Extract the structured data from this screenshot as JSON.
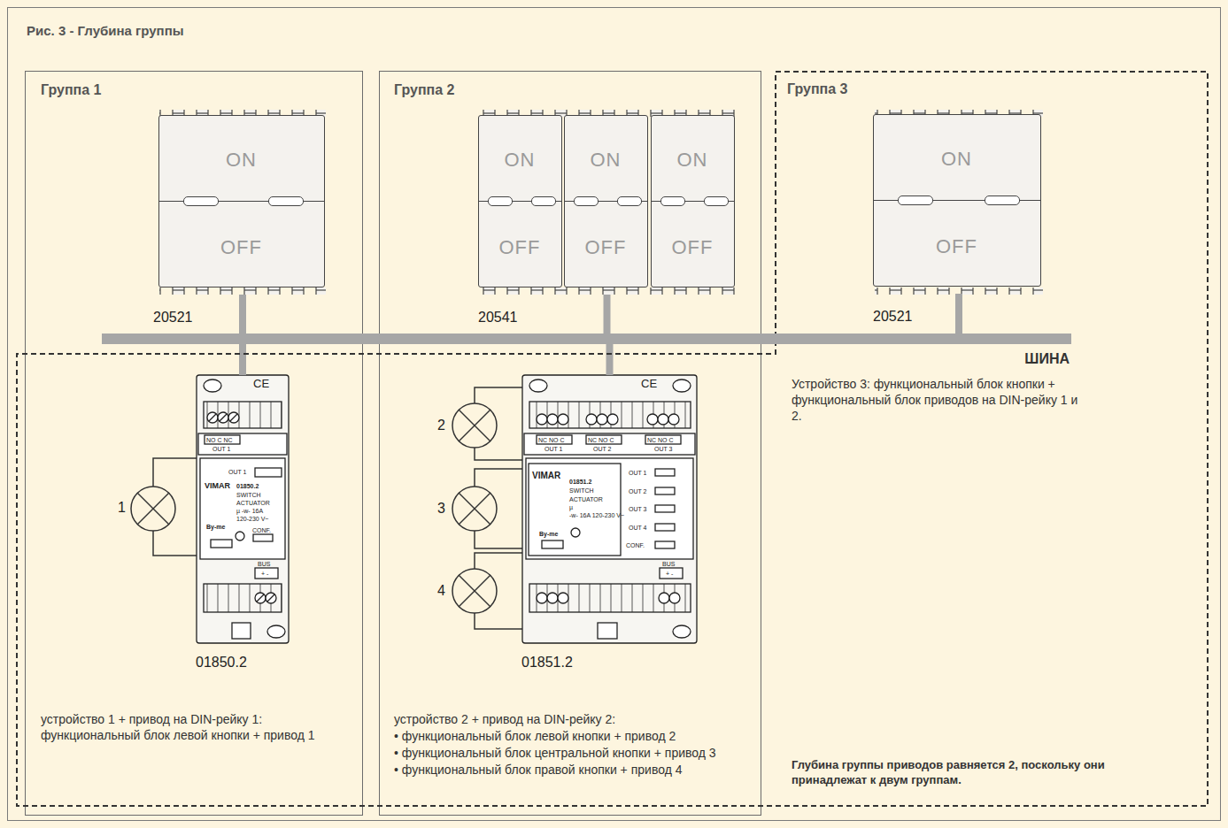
{
  "diagram": {
    "title": "Рис. 3 - Глубина группы",
    "nodes": [
      {
        "text": [
          "Группа 1",
          "устройство 1 + привод на DIN-рейку 1: функциональный блок левой кнопки + привод 1"
        ]
      },
      {
        "text": [
          "20521"
        ],
        "in": 0
      },
      {
        "text": [
          "ON",
          "OFF"
        ],
        "in": 1
      },
      {
        "text": [
          "Группа 2",
          "устройство 2 + привод на DIN-рейку 2:",
          "• функциональный блок левой кнопки + привод 2",
          "• функциональный блок центральной кнопки + привод 3",
          "• функциональный блок правой кнопки + привод 4"
        ]
      },
      {
        "text": [
          "20541"
        ],
        "in": 3
      },
      {
        "text": [
          "ON",
          "OFF"
        ],
        "in": 4
      },
      {
        "text": [
          "ON",
          "OFF"
        ],
        "in": 4
      },
      {
        "text": [
          "ON",
          "OFF"
        ],
        "in": 4
      },
      {
        "text": [
          "Группа 3",
          "Устройство 3: функциональный блок кнопки + функциональный блок приводов на DIN-рейку 1 и 2.",
          "Глубина группы приводов равняется 2, поскольку они принадлежат к двум группам."
        ]
      },
      {
        "text": [
          "20521"
        ],
        "in": 8
      },
      {
        "text": [
          "ON",
          "OFF"
        ],
        "in": 9
      },
      {
        "text": [
          "ШИНА"
        ]
      },
      {
        "text": [
          "01850.2"
        ],
        "in": 0
      },
      {
        "text": [
          "01851.2"
        ],
        "in": 3
      }
    ],
    "edges": [
      {
        "from": 1,
        "to": 11,
        "arrow": "none"
      },
      {
        "from": 4,
        "to": 11,
        "arrow": "none"
      },
      {
        "from": 9,
        "to": 11,
        "arrow": "none"
      },
      {
        "from": 11,
        "to": 12,
        "arrow": "none"
      },
      {
        "from": 11,
        "to": 13,
        "arrow": "none"
      }
    ],
    "labels": [
      "1",
      "CE",
      "NO C NC",
      "OUT 1",
      "OUT 1",
      "VIMAR",
      "01850.2",
      "SWITCH",
      "ACTUATOR",
      "µ -w- 16A",
      "120-230 V~",
      "By-me",
      "CONF.",
      "BUS",
      "+ -",
      "2",
      "3",
      "4",
      "CE",
      "NC NO C",
      "NC NO C",
      "NC NO C",
      "OUT 1",
      "OUT 2",
      "OUT 3",
      "VIMAR",
      "01851.2",
      "SWITCH",
      "ACTUATOR",
      "µ",
      "-w- 16A 120-230 V~",
      "By-me",
      "OUT 1",
      "OUT 2",
      "OUT 3",
      "OUT 4",
      "CONF.",
      "BUS",
      "+ -"
    ]
  }
}
